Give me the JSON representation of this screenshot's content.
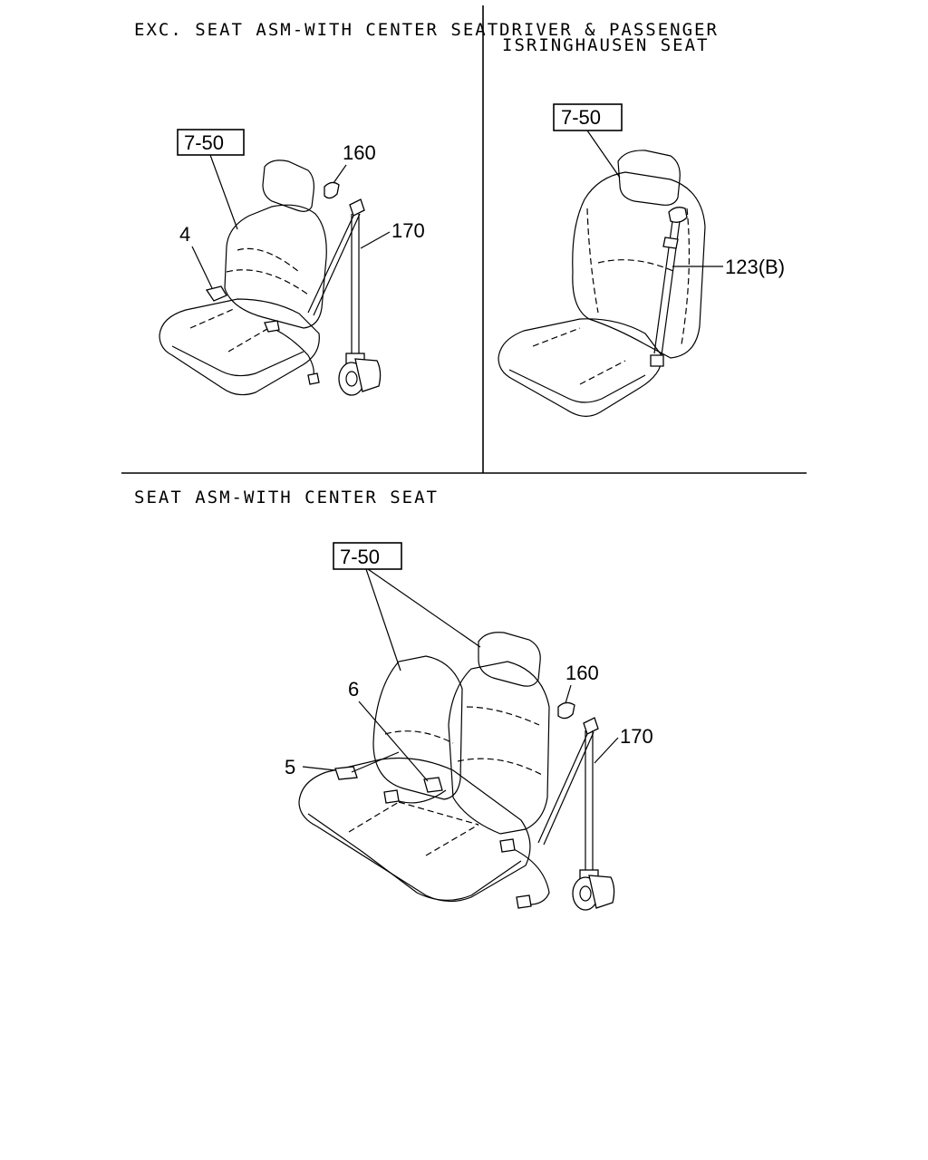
{
  "panels": {
    "top_left": {
      "title": "EXC. SEAT ASM-WITH CENTER SEAT",
      "ref_box": "7-50",
      "callouts": {
        "c4": "4",
        "c160": "160",
        "c170": "170"
      }
    },
    "top_right": {
      "title_line1": "DRIVER & PASSENGER",
      "title_line2": "ISRINGHAUSEN SEAT",
      "ref_box": "7-50",
      "callouts": {
        "c123": "123(B)"
      }
    },
    "bottom": {
      "title": "SEAT ASM-WITH CENTER SEAT",
      "ref_box": "7-50",
      "callouts": {
        "c6": "6",
        "c5": "5",
        "c160": "160",
        "c170": "170"
      }
    }
  },
  "colors": {
    "line": "#000000",
    "background": "#ffffff"
  }
}
